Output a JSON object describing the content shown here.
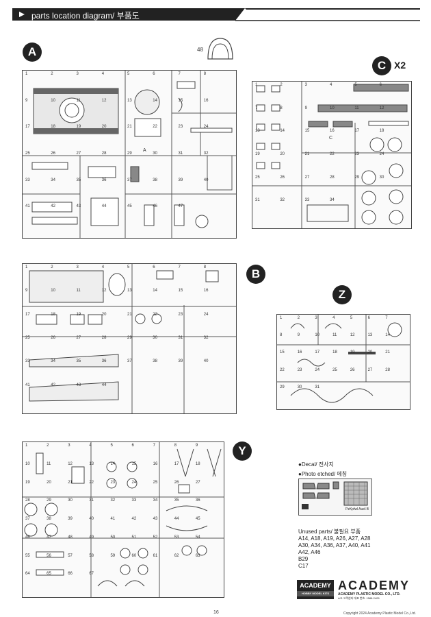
{
  "header": {
    "title": "parts location diagram/ 부품도"
  },
  "sprues": {
    "A": {
      "letter": "A",
      "detached_part": "48",
      "parts": [
        "1",
        "2",
        "3",
        "4",
        "5",
        "6",
        "7",
        "8",
        "9",
        "10",
        "11",
        "12",
        "13",
        "14",
        "15",
        "16",
        "17",
        "18",
        "19",
        "20",
        "21",
        "22",
        "23",
        "24",
        "25",
        "26",
        "27",
        "28",
        "29",
        "30",
        "31",
        "32",
        "33",
        "34",
        "35",
        "36",
        "37",
        "38",
        "39",
        "40",
        "41",
        "42",
        "43",
        "44",
        "45",
        "46",
        "47"
      ]
    },
    "B": {
      "letter": "B",
      "parts": [
        "1",
        "2",
        "3",
        "4",
        "5",
        "6",
        "7",
        "8",
        "9",
        "10",
        "11",
        "12",
        "13",
        "14",
        "15",
        "16",
        "17",
        "18",
        "19",
        "20",
        "21",
        "22",
        "23",
        "24",
        "25",
        "26",
        "27",
        "28",
        "29",
        "30",
        "31",
        "32",
        "33",
        "34",
        "35",
        "36",
        "37",
        "38",
        "39",
        "40",
        "41",
        "42",
        "43",
        "44"
      ]
    },
    "C": {
      "letter": "C",
      "multiplier": "X2",
      "parts": [
        "1",
        "2",
        "3",
        "4",
        "5",
        "6",
        "7",
        "8",
        "9",
        "10",
        "11",
        "12",
        "13",
        "14",
        "15",
        "16",
        "17",
        "18",
        "19",
        "20",
        "21",
        "22",
        "23",
        "24",
        "25",
        "26",
        "27",
        "28",
        "29",
        "30",
        "31",
        "32",
        "33",
        "34"
      ]
    },
    "Z": {
      "letter": "Z",
      "parts": [
        "1",
        "2",
        "3",
        "4",
        "5",
        "6",
        "7",
        "8",
        "9",
        "10",
        "11",
        "12",
        "13",
        "14",
        "15",
        "16",
        "17",
        "18",
        "19",
        "20",
        "21",
        "22",
        "23",
        "24",
        "25",
        "26",
        "27",
        "28",
        "29",
        "30",
        "31"
      ]
    },
    "Y": {
      "letter": "Y",
      "parts": [
        "1",
        "2",
        "3",
        "4",
        "5",
        "6",
        "7",
        "8",
        "9",
        "10",
        "11",
        "12",
        "13",
        "14",
        "15",
        "16",
        "17",
        "18",
        "19",
        "20",
        "21",
        "22",
        "23",
        "24",
        "25",
        "26",
        "27",
        "28",
        "29",
        "30",
        "31",
        "32",
        "33",
        "34",
        "35",
        "36",
        "37",
        "38",
        "39",
        "40",
        "41",
        "42",
        "43",
        "44",
        "45",
        "46",
        "47",
        "48",
        "49",
        "50",
        "51",
        "52",
        "53",
        "54",
        "55",
        "56",
        "57",
        "58",
        "59",
        "60",
        "61",
        "62",
        "63",
        "64",
        "65",
        "66",
        "67"
      ]
    }
  },
  "legend": {
    "decal": "●Decal/ 전사지",
    "photo_etched": "●Photo etched/ 에칭",
    "pe_sheet_label": "PzKpfwl Ausf.B"
  },
  "unused": {
    "title": "Unused parts/ 불필요 부품",
    "lines": [
      "A14, A18, A19, A26, A27, A28",
      "A30, A34, A36, A37, A40, A41",
      "A42, A46",
      "B29",
      "C17"
    ]
  },
  "brand": {
    "logo_small": "ACADEMY",
    "logo_small_sub": "HOBBY MODEL KITS",
    "logo_big": "ACADEMY",
    "company": "ACADEMY PLASTIC MODEL CO., LTD.",
    "service": "A/S 고객센터 대표 번호: 1588-2405"
  },
  "footer": {
    "page": "16",
    "copyright": "Copyright 2024 Academy Plastic Model Co.,Ltd."
  }
}
